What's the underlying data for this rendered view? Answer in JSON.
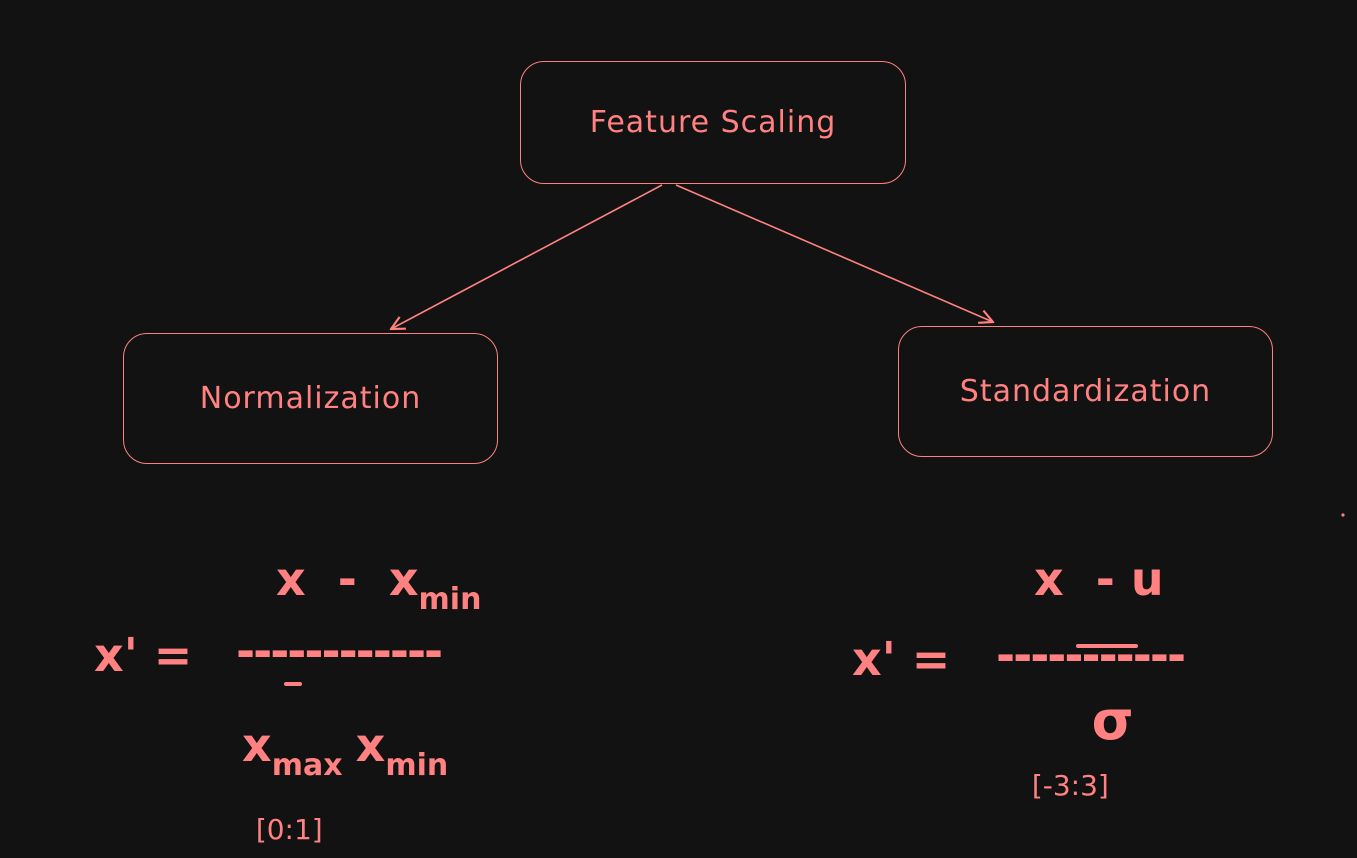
{
  "diagram": {
    "root": {
      "label": "Feature Scaling"
    },
    "children": [
      {
        "label": "Normalization"
      },
      {
        "label": "Standardization"
      }
    ],
    "normalization": {
      "lhs": "x' =",
      "bar": "------------",
      "numerator": {
        "var": "x",
        "op": "-",
        "var2": "x",
        "sub2": "min"
      },
      "denominator": {
        "var": "x",
        "sub": "max",
        "op": "-",
        "var2": "x",
        "sub2": "min"
      },
      "range": "[0:1]"
    },
    "standardization": {
      "lhs": "x' =",
      "bar": "-----------",
      "numerator": {
        "var": "x",
        "op": "-",
        "var2": "u"
      },
      "denominator": {
        "symbol": "σ"
      },
      "range": "[-3:3]"
    }
  },
  "colors": {
    "background": "#121212",
    "stroke": "#ff8181"
  }
}
